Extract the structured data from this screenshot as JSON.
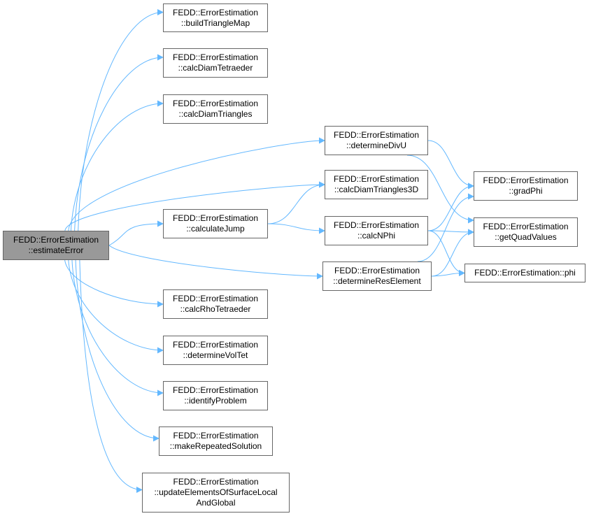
{
  "nodes": [
    {
      "id": "estimateError",
      "lines": [
        "FEDD::ErrorEstimation",
        "::estimateError"
      ]
    },
    {
      "id": "buildTriangleMap",
      "lines": [
        "FEDD::ErrorEstimation",
        "::buildTriangleMap"
      ]
    },
    {
      "id": "calcDiamTetraeder",
      "lines": [
        "FEDD::ErrorEstimation",
        "::calcDiamTetraeder"
      ]
    },
    {
      "id": "calcDiamTriangles",
      "lines": [
        "FEDD::ErrorEstimation",
        "::calcDiamTriangles"
      ]
    },
    {
      "id": "calculateJump",
      "lines": [
        "FEDD::ErrorEstimation",
        "::calculateJump"
      ]
    },
    {
      "id": "calcRhoTetraeder",
      "lines": [
        "FEDD::ErrorEstimation",
        "::calcRhoTetraeder"
      ]
    },
    {
      "id": "determineVolTet",
      "lines": [
        "FEDD::ErrorEstimation",
        "::determineVolTet"
      ]
    },
    {
      "id": "identifyProblem",
      "lines": [
        "FEDD::ErrorEstimation",
        "::identifyProblem"
      ]
    },
    {
      "id": "makeRepeatedSolution",
      "lines": [
        "FEDD::ErrorEstimation",
        "::makeRepeatedSolution"
      ]
    },
    {
      "id": "updateElementsOfSurfaceLocalAndGlobal",
      "lines": [
        "FEDD::ErrorEstimation",
        "::updateElementsOfSurfaceLocal",
        "AndGlobal"
      ]
    },
    {
      "id": "determineDivU",
      "lines": [
        "FEDD::ErrorEstimation",
        "::determineDivU"
      ]
    },
    {
      "id": "calcDiamTriangles3D",
      "lines": [
        "FEDD::ErrorEstimation",
        "::calcDiamTriangles3D"
      ]
    },
    {
      "id": "calcNPhi",
      "lines": [
        "FEDD::ErrorEstimation",
        "::calcNPhi"
      ]
    },
    {
      "id": "determineResElement",
      "lines": [
        "FEDD::ErrorEstimation",
        "::determineResElement"
      ]
    },
    {
      "id": "gradPhi",
      "lines": [
        "FEDD::ErrorEstimation",
        "::gradPhi"
      ]
    },
    {
      "id": "getQuadValues",
      "lines": [
        "FEDD::ErrorEstimation",
        "::getQuadValues"
      ]
    },
    {
      "id": "phi",
      "lines": [
        "FEDD::ErrorEstimation::phi"
      ]
    }
  ],
  "edges": [
    [
      "estimateError",
      "buildTriangleMap"
    ],
    [
      "estimateError",
      "calcDiamTetraeder"
    ],
    [
      "estimateError",
      "calcDiamTriangles"
    ],
    [
      "estimateError",
      "determineDivU"
    ],
    [
      "estimateError",
      "calcDiamTriangles3D"
    ],
    [
      "estimateError",
      "calculateJump"
    ],
    [
      "estimateError",
      "determineResElement"
    ],
    [
      "estimateError",
      "calcRhoTetraeder"
    ],
    [
      "estimateError",
      "determineVolTet"
    ],
    [
      "estimateError",
      "identifyProblem"
    ],
    [
      "estimateError",
      "makeRepeatedSolution"
    ],
    [
      "estimateError",
      "updateElementsOfSurfaceLocalAndGlobal"
    ],
    [
      "calculateJump",
      "calcDiamTriangles3D"
    ],
    [
      "calculateJump",
      "calcNPhi"
    ],
    [
      "determineDivU",
      "gradPhi"
    ],
    [
      "determineDivU",
      "getQuadValues"
    ],
    [
      "calcNPhi",
      "gradPhi"
    ],
    [
      "calcNPhi",
      "getQuadValues"
    ],
    [
      "calcNPhi",
      "phi"
    ],
    [
      "determineResElement",
      "gradPhi"
    ],
    [
      "determineResElement",
      "getQuadValues"
    ],
    [
      "determineResElement",
      "phi"
    ]
  ],
  "colors": {
    "edge": "#63b8ff",
    "border": "#666666",
    "root_fill": "#999999",
    "node_fill": "#ffffff"
  }
}
